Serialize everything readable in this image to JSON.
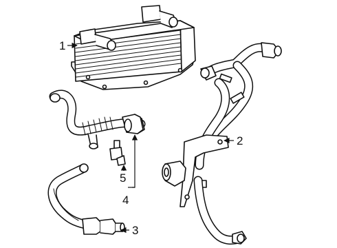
{
  "callouts": [
    {
      "id": "1",
      "label": "1"
    },
    {
      "id": "2",
      "label": "2"
    },
    {
      "id": "3",
      "label": "3"
    },
    {
      "id": "4",
      "label": "4"
    },
    {
      "id": "5",
      "label": "5"
    }
  ],
  "icons": {
    "arrowhead": "arrow-head-icon"
  }
}
